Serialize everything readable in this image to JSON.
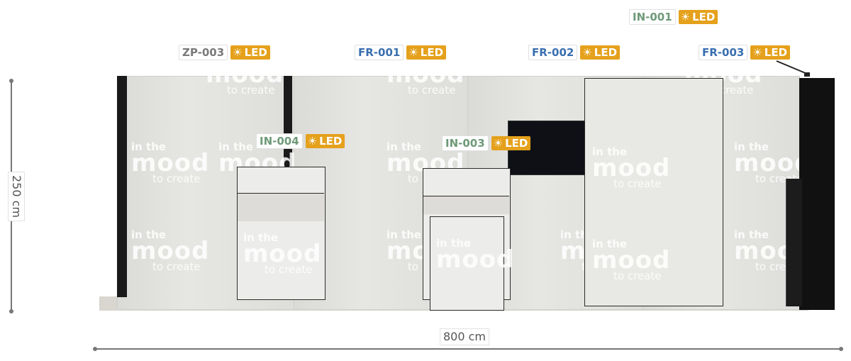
{
  "colors": {
    "led_badge": "#e5a11c",
    "code_grey": "#7a7a7a",
    "code_blue": "#3a6fb0",
    "code_green": "#6e9a78"
  },
  "watermark": {
    "line1": "in the",
    "line2": "mood",
    "line3": "to create"
  },
  "tags": [
    {
      "id": "zp-003",
      "code": "ZP-003",
      "led": "LED",
      "icon": "sun-icon"
    },
    {
      "id": "fr-001",
      "code": "FR-001",
      "led": "LED",
      "icon": "sun-icon"
    },
    {
      "id": "fr-002",
      "code": "FR-002",
      "led": "LED",
      "icon": "sun-icon"
    },
    {
      "id": "fr-003",
      "code": "FR-003",
      "led": "LED",
      "icon": "sun-icon"
    },
    {
      "id": "in-001",
      "code": "IN-001",
      "led": "LED",
      "icon": "sun-icon"
    },
    {
      "id": "in-003",
      "code": "IN-003",
      "led": "LED",
      "icon": "sun-icon"
    },
    {
      "id": "in-004",
      "code": "IN-004",
      "led": "LED",
      "icon": "sun-icon"
    }
  ],
  "dimensions": {
    "height": "250 cm",
    "width": "800 cm"
  }
}
